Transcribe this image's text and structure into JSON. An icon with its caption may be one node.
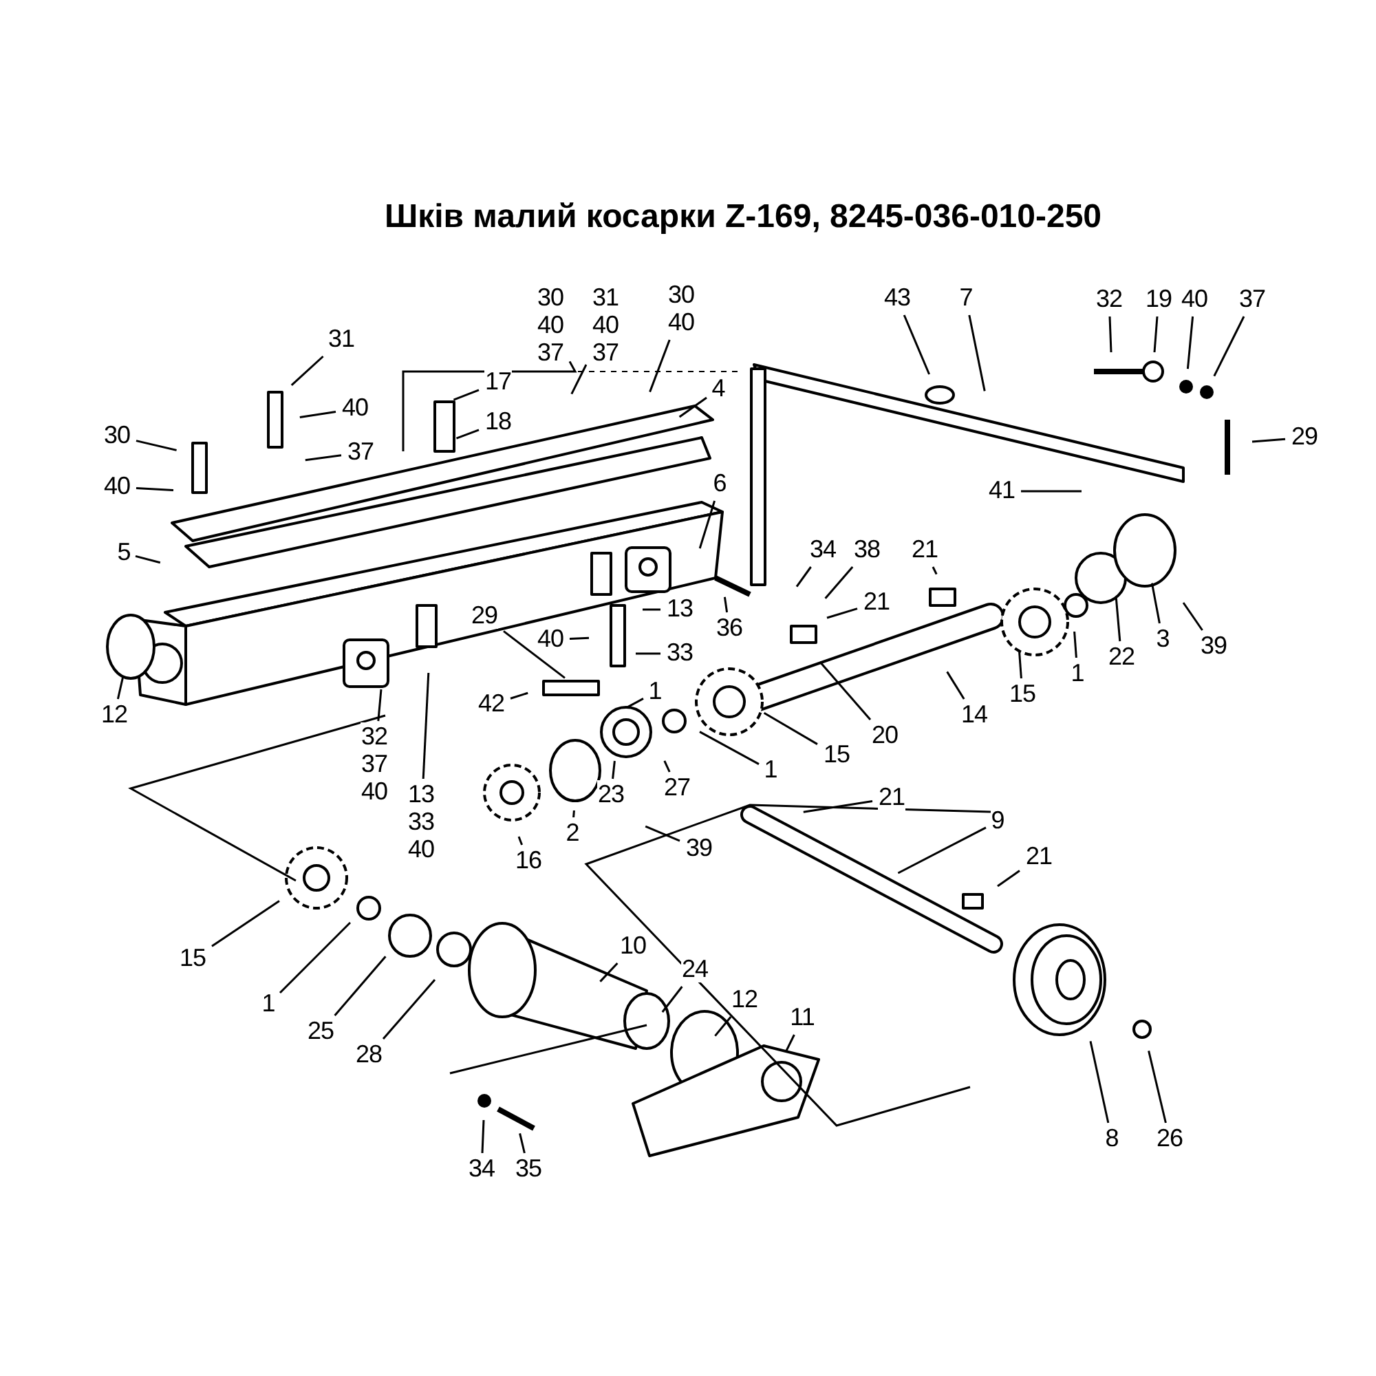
{
  "diagram": {
    "title": "Шків малий косарки Z-169, 8245-036-010-250",
    "nodes": [
      {
        "text": [
          "31"
        ]
      },
      {
        "text": [
          "40"
        ]
      },
      {
        "text": [
          "37"
        ]
      },
      {
        "text": [
          "30"
        ]
      },
      {
        "text": [
          "40"
        ]
      },
      {
        "text": [
          "17"
        ]
      },
      {
        "text": [
          "18"
        ]
      },
      {
        "text": [
          "30",
          "40",
          "37"
        ]
      },
      {
        "text": [
          "31",
          "40",
          "37"
        ]
      },
      {
        "text": [
          "30",
          "40"
        ]
      },
      {
        "text": [
          "4"
        ]
      },
      {
        "text": [
          "5"
        ]
      },
      {
        "text": [
          "6"
        ]
      },
      {
        "text": [
          "12"
        ]
      },
      {
        "text": [
          "29"
        ]
      },
      {
        "text": [
          "13"
        ]
      },
      {
        "text": [
          "40"
        ]
      },
      {
        "text": [
          "33"
        ]
      },
      {
        "text": [
          "42"
        ]
      },
      {
        "text": [
          "1"
        ]
      },
      {
        "text": [
          "32",
          "37",
          "40"
        ]
      },
      {
        "text": [
          "13",
          "33",
          "40"
        ]
      },
      {
        "text": [
          "23"
        ]
      },
      {
        "text": [
          "27"
        ]
      },
      {
        "text": [
          "16"
        ]
      },
      {
        "text": [
          "2"
        ]
      },
      {
        "text": [
          "39"
        ]
      },
      {
        "text": [
          "43"
        ]
      },
      {
        "text": [
          "7"
        ]
      },
      {
        "text": [
          "32"
        ]
      },
      {
        "text": [
          "19"
        ]
      },
      {
        "text": [
          "40"
        ]
      },
      {
        "text": [
          "37"
        ]
      },
      {
        "text": [
          "29"
        ]
      },
      {
        "text": [
          "41"
        ]
      },
      {
        "text": [
          "34"
        ]
      },
      {
        "text": [
          "38"
        ]
      },
      {
        "text": [
          "21"
        ]
      },
      {
        "text": [
          "36"
        ]
      },
      {
        "text": [
          "21"
        ]
      },
      {
        "text": [
          "15"
        ]
      },
      {
        "text": [
          "1"
        ]
      },
      {
        "text": [
          "22"
        ]
      },
      {
        "text": [
          "3"
        ]
      },
      {
        "text": [
          "39"
        ]
      },
      {
        "text": [
          "14"
        ]
      },
      {
        "text": [
          "20"
        ]
      },
      {
        "text": [
          "15"
        ]
      },
      {
        "text": [
          "1"
        ]
      },
      {
        "text": [
          "21"
        ]
      },
      {
        "text": [
          "9"
        ]
      },
      {
        "text": [
          "21"
        ]
      },
      {
        "text": [
          "15"
        ]
      },
      {
        "text": [
          "1"
        ]
      },
      {
        "text": [
          "25"
        ]
      },
      {
        "text": [
          "28"
        ]
      },
      {
        "text": [
          "10"
        ]
      },
      {
        "text": [
          "24"
        ]
      },
      {
        "text": [
          "12"
        ]
      },
      {
        "text": [
          "11"
        ]
      },
      {
        "text": [
          "8"
        ]
      },
      {
        "text": [
          "26"
        ]
      },
      {
        "text": [
          "34"
        ]
      },
      {
        "text": [
          "35"
        ]
      }
    ],
    "edges": [
      {
        "from": 0,
        "to": null,
        "arrow": "none"
      },
      {
        "from": 1,
        "to": null,
        "arrow": "none"
      },
      {
        "from": 2,
        "to": null,
        "arrow": "none"
      },
      {
        "from": 3,
        "to": null,
        "arrow": "none"
      },
      {
        "from": 4,
        "to": null,
        "arrow": "none"
      },
      {
        "from": 5,
        "to": null,
        "arrow": "none"
      },
      {
        "from": 6,
        "to": null,
        "arrow": "none"
      },
      {
        "from": 7,
        "to": null,
        "arrow": "none"
      },
      {
        "from": 8,
        "to": null,
        "arrow": "none"
      },
      {
        "from": 9,
        "to": null,
        "arrow": "none"
      },
      {
        "from": 10,
        "to": null,
        "arrow": "none"
      },
      {
        "from": 11,
        "to": null,
        "arrow": "none"
      },
      {
        "from": 12,
        "to": null,
        "arrow": "none"
      },
      {
        "from": 13,
        "to": null,
        "arrow": "none"
      },
      {
        "from": 14,
        "to": null,
        "arrow": "none"
      },
      {
        "from": 15,
        "to": null,
        "arrow": "none"
      },
      {
        "from": 16,
        "to": null,
        "arrow": "none"
      },
      {
        "from": 17,
        "to": null,
        "arrow": "none"
      },
      {
        "from": 18,
        "to": null,
        "arrow": "none"
      },
      {
        "from": 19,
        "to": null,
        "arrow": "none"
      },
      {
        "from": 20,
        "to": null,
        "arrow": "none"
      },
      {
        "from": 21,
        "to": null,
        "arrow": "none"
      },
      {
        "from": 22,
        "to": null,
        "arrow": "none"
      },
      {
        "from": 23,
        "to": null,
        "arrow": "none"
      },
      {
        "from": 24,
        "to": null,
        "arrow": "none"
      },
      {
        "from": 25,
        "to": null,
        "arrow": "none"
      },
      {
        "from": 26,
        "to": null,
        "arrow": "none"
      },
      {
        "from": 27,
        "to": null,
        "arrow": "none"
      },
      {
        "from": 28,
        "to": null,
        "arrow": "none"
      },
      {
        "from": 29,
        "to": null,
        "arrow": "none"
      },
      {
        "from": 30,
        "to": null,
        "arrow": "none"
      },
      {
        "from": 31,
        "to": null,
        "arrow": "none"
      },
      {
        "from": 32,
        "to": null,
        "arrow": "none"
      },
      {
        "from": 33,
        "to": null,
        "arrow": "none"
      },
      {
        "from": 34,
        "to": null,
        "arrow": "none"
      },
      {
        "from": 35,
        "to": null,
        "arrow": "none"
      },
      {
        "from": 36,
        "to": null,
        "arrow": "none"
      },
      {
        "from": 37,
        "to": null,
        "arrow": "none"
      },
      {
        "from": 38,
        "to": null,
        "arrow": "none"
      },
      {
        "from": 39,
        "to": null,
        "arrow": "none"
      },
      {
        "from": 40,
        "to": null,
        "arrow": "none"
      },
      {
        "from": 41,
        "to": null,
        "arrow": "none"
      },
      {
        "from": 42,
        "to": null,
        "arrow": "none"
      },
      {
        "from": 43,
        "to": null,
        "arrow": "none"
      },
      {
        "from": 44,
        "to": null,
        "arrow": "none"
      },
      {
        "from": 45,
        "to": null,
        "arrow": "none"
      },
      {
        "from": 46,
        "to": null,
        "arrow": "none"
      },
      {
        "from": 47,
        "to": null,
        "arrow": "none"
      },
      {
        "from": 48,
        "to": null,
        "arrow": "none"
      },
      {
        "from": 49,
        "to": null,
        "arrow": "none"
      },
      {
        "from": 50,
        "to": null,
        "arrow": "none"
      },
      {
        "from": 51,
        "to": null,
        "arrow": "none"
      },
      {
        "from": 52,
        "to": null,
        "arrow": "none"
      },
      {
        "from": 53,
        "to": null,
        "arrow": "none"
      },
      {
        "from": 54,
        "to": null,
        "arrow": "none"
      },
      {
        "from": 55,
        "to": null,
        "arrow": "none"
      },
      {
        "from": 56,
        "to": null,
        "arrow": "none"
      },
      {
        "from": 57,
        "to": null,
        "arrow": "none"
      },
      {
        "from": 58,
        "to": null,
        "arrow": "none"
      },
      {
        "from": 59,
        "to": null,
        "arrow": "none"
      },
      {
        "from": 60,
        "to": null,
        "arrow": "none"
      },
      {
        "from": 61,
        "to": null,
        "arrow": "none"
      },
      {
        "from": 62,
        "to": null,
        "arrow": "none"
      },
      {
        "from": 63,
        "to": null,
        "arrow": "none"
      }
    ]
  }
}
